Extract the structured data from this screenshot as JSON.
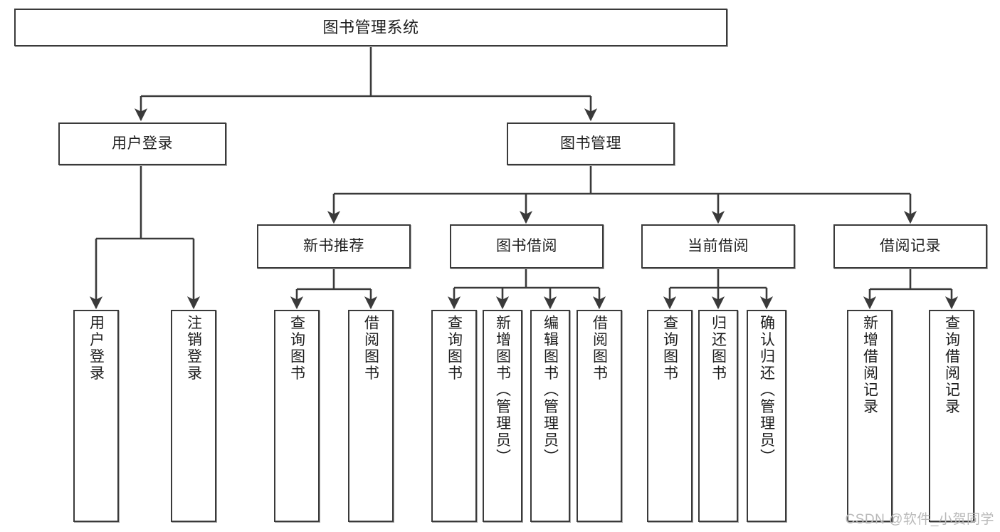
{
  "diagram": {
    "title": "图书管理系统",
    "type": "tree",
    "watermark": "CSDN @软件_小贺同学",
    "colors": {
      "stroke": "#3a3a3a",
      "shadow": "#a8a8a8",
      "background": "#ffffff",
      "text": "#1d1d1d",
      "watermark": "#b9b9b9"
    },
    "nodes": {
      "root": {
        "label": "图书管理系统"
      },
      "level1": [
        {
          "id": "user-login",
          "label": "用户登录"
        },
        {
          "id": "book-manage",
          "label": "图书管理"
        }
      ],
      "level2": [
        {
          "id": "new-book-rec",
          "label": "新书推荐"
        },
        {
          "id": "book-borrow",
          "label": "图书借阅"
        },
        {
          "id": "current-borrow",
          "label": "当前借阅"
        },
        {
          "id": "borrow-record",
          "label": "借阅记录"
        }
      ],
      "leaves": {
        "user-login": [
          {
            "id": "leaf-user-login",
            "label": "用户登录"
          },
          {
            "id": "leaf-user-logout",
            "label": "注销登录"
          }
        ],
        "new-book-rec": [
          {
            "id": "leaf-query-book-1",
            "label": "查询图书"
          },
          {
            "id": "leaf-borrow-book-1",
            "label": "借阅图书"
          }
        ],
        "book-borrow": [
          {
            "id": "leaf-query-book-2",
            "label": "查询图书"
          },
          {
            "id": "leaf-add-book",
            "label": "新增图书（管理员）"
          },
          {
            "id": "leaf-edit-book",
            "label": "编辑图书（管理员）"
          },
          {
            "id": "leaf-borrow-book-2",
            "label": "借阅图书"
          }
        ],
        "current-borrow": [
          {
            "id": "leaf-query-book-3",
            "label": "查询图书"
          },
          {
            "id": "leaf-return-book",
            "label": "归还图书"
          },
          {
            "id": "leaf-confirm-return",
            "label": "确认归还（管理员）"
          }
        ],
        "borrow-record": [
          {
            "id": "leaf-add-record",
            "label": "新增借阅记录"
          },
          {
            "id": "leaf-query-record",
            "label": "查询借阅记录"
          }
        ]
      }
    }
  }
}
